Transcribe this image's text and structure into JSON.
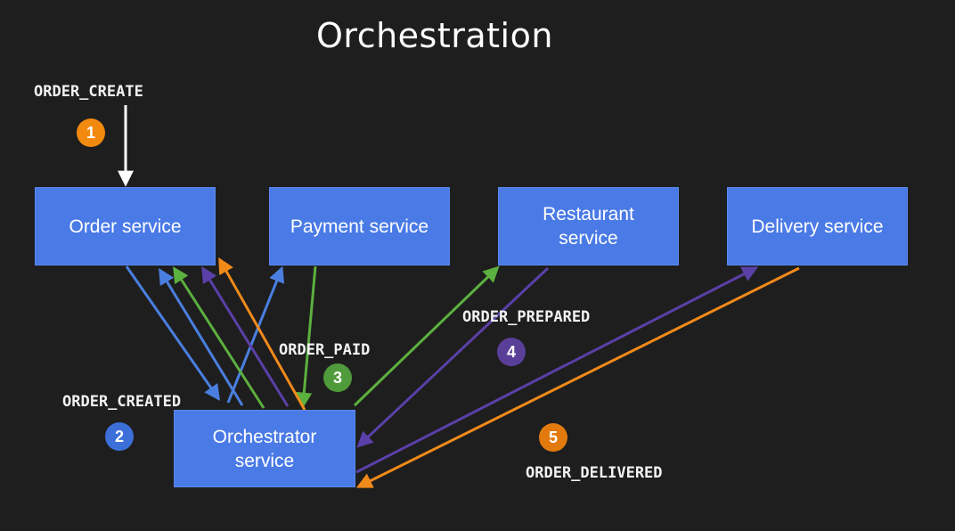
{
  "title": "Orchestration",
  "services": {
    "order": "Order service",
    "payment": "Payment service",
    "restaurant": "Restaurant\nservice",
    "delivery": "Delivery service",
    "orchestrator": "Orchestrator\nservice"
  },
  "events": {
    "order_create": "ORDER_CREATE",
    "order_created": "ORDER_CREATED",
    "order_paid": "ORDER_PAID",
    "order_prepared": "ORDER_PREPARED",
    "order_delivered": "ORDER_DELIVERED"
  },
  "steps": [
    {
      "label": "1",
      "color": "#f28a0f"
    },
    {
      "label": "2",
      "color": "#3c6fd8"
    },
    {
      "label": "3",
      "color": "#4f9a3a"
    },
    {
      "label": "4",
      "color": "#5a3f99"
    },
    {
      "label": "5",
      "color": "#e37a0d"
    }
  ],
  "colors": {
    "blue": "#4a7fe0",
    "green": "#5cb03f",
    "purple": "#5a40a8",
    "orange": "#f08a1a",
    "white": "#ffffff"
  }
}
